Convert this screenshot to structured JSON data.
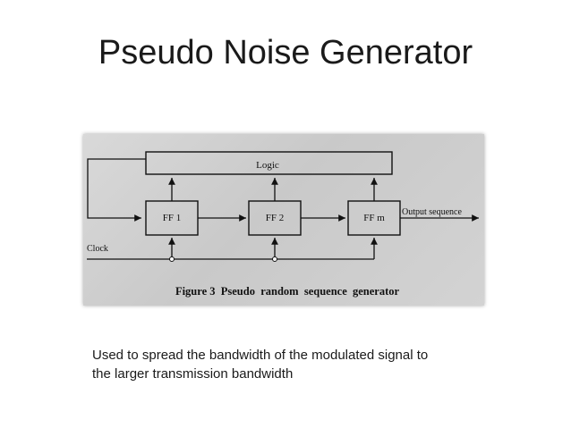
{
  "slide": {
    "title": "Pseudo Noise Generator",
    "caption_line1": "Used to spread the bandwidth of the modulated signal to",
    "caption_line2": "the larger transmission bandwidth"
  },
  "diagram": {
    "logic_label": "Logic",
    "ff1_label": "FF 1",
    "ff2_label": "FF 2",
    "ffm_label": "FF m",
    "output_label": "Output sequence",
    "clock_label": "Clock",
    "figure_caption": "Figure 3  Pseudo  random  sequence  generator"
  }
}
